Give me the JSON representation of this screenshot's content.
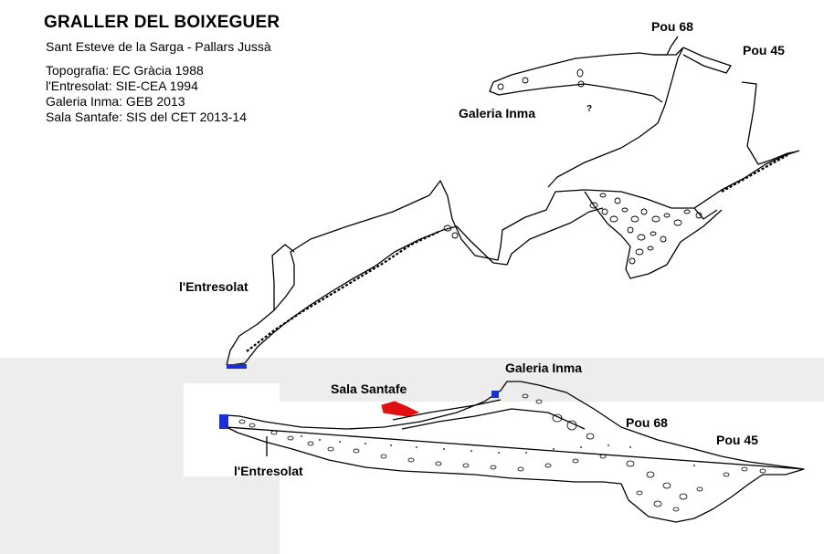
{
  "header": {
    "title": "GRALLER DEL BOIXEGUER",
    "subtitle": "Sant Esteve de la Sarga - Pallars Jussà"
  },
  "credits": [
    "Topografia: EC Gràcia 1988",
    "l'Entresolat: SIE-CEA 1994",
    "Galeria Inma: GEB 2013",
    "Sala Santafe: SIS del CET 2013-14"
  ],
  "plan_view": {
    "labels": {
      "pou68": "Pou 68",
      "pou45": "Pou 45",
      "galeria_inma": "Galeria Inma",
      "entresolat": "l'Entresolat",
      "question_mark": "?"
    }
  },
  "profile_view": {
    "labels": {
      "sala_santafe": "Sala Santafe",
      "galeria_inma": "Galeria Inma",
      "pou68": "Pou 68",
      "pou45": "Pou 45",
      "entresolat": "l'Entresolat"
    }
  },
  "colors": {
    "outline": "#000000",
    "blue_marker": "#1a2fd6",
    "sala_santafe": "#e01010",
    "panel_gray": "#e8e8e8"
  }
}
